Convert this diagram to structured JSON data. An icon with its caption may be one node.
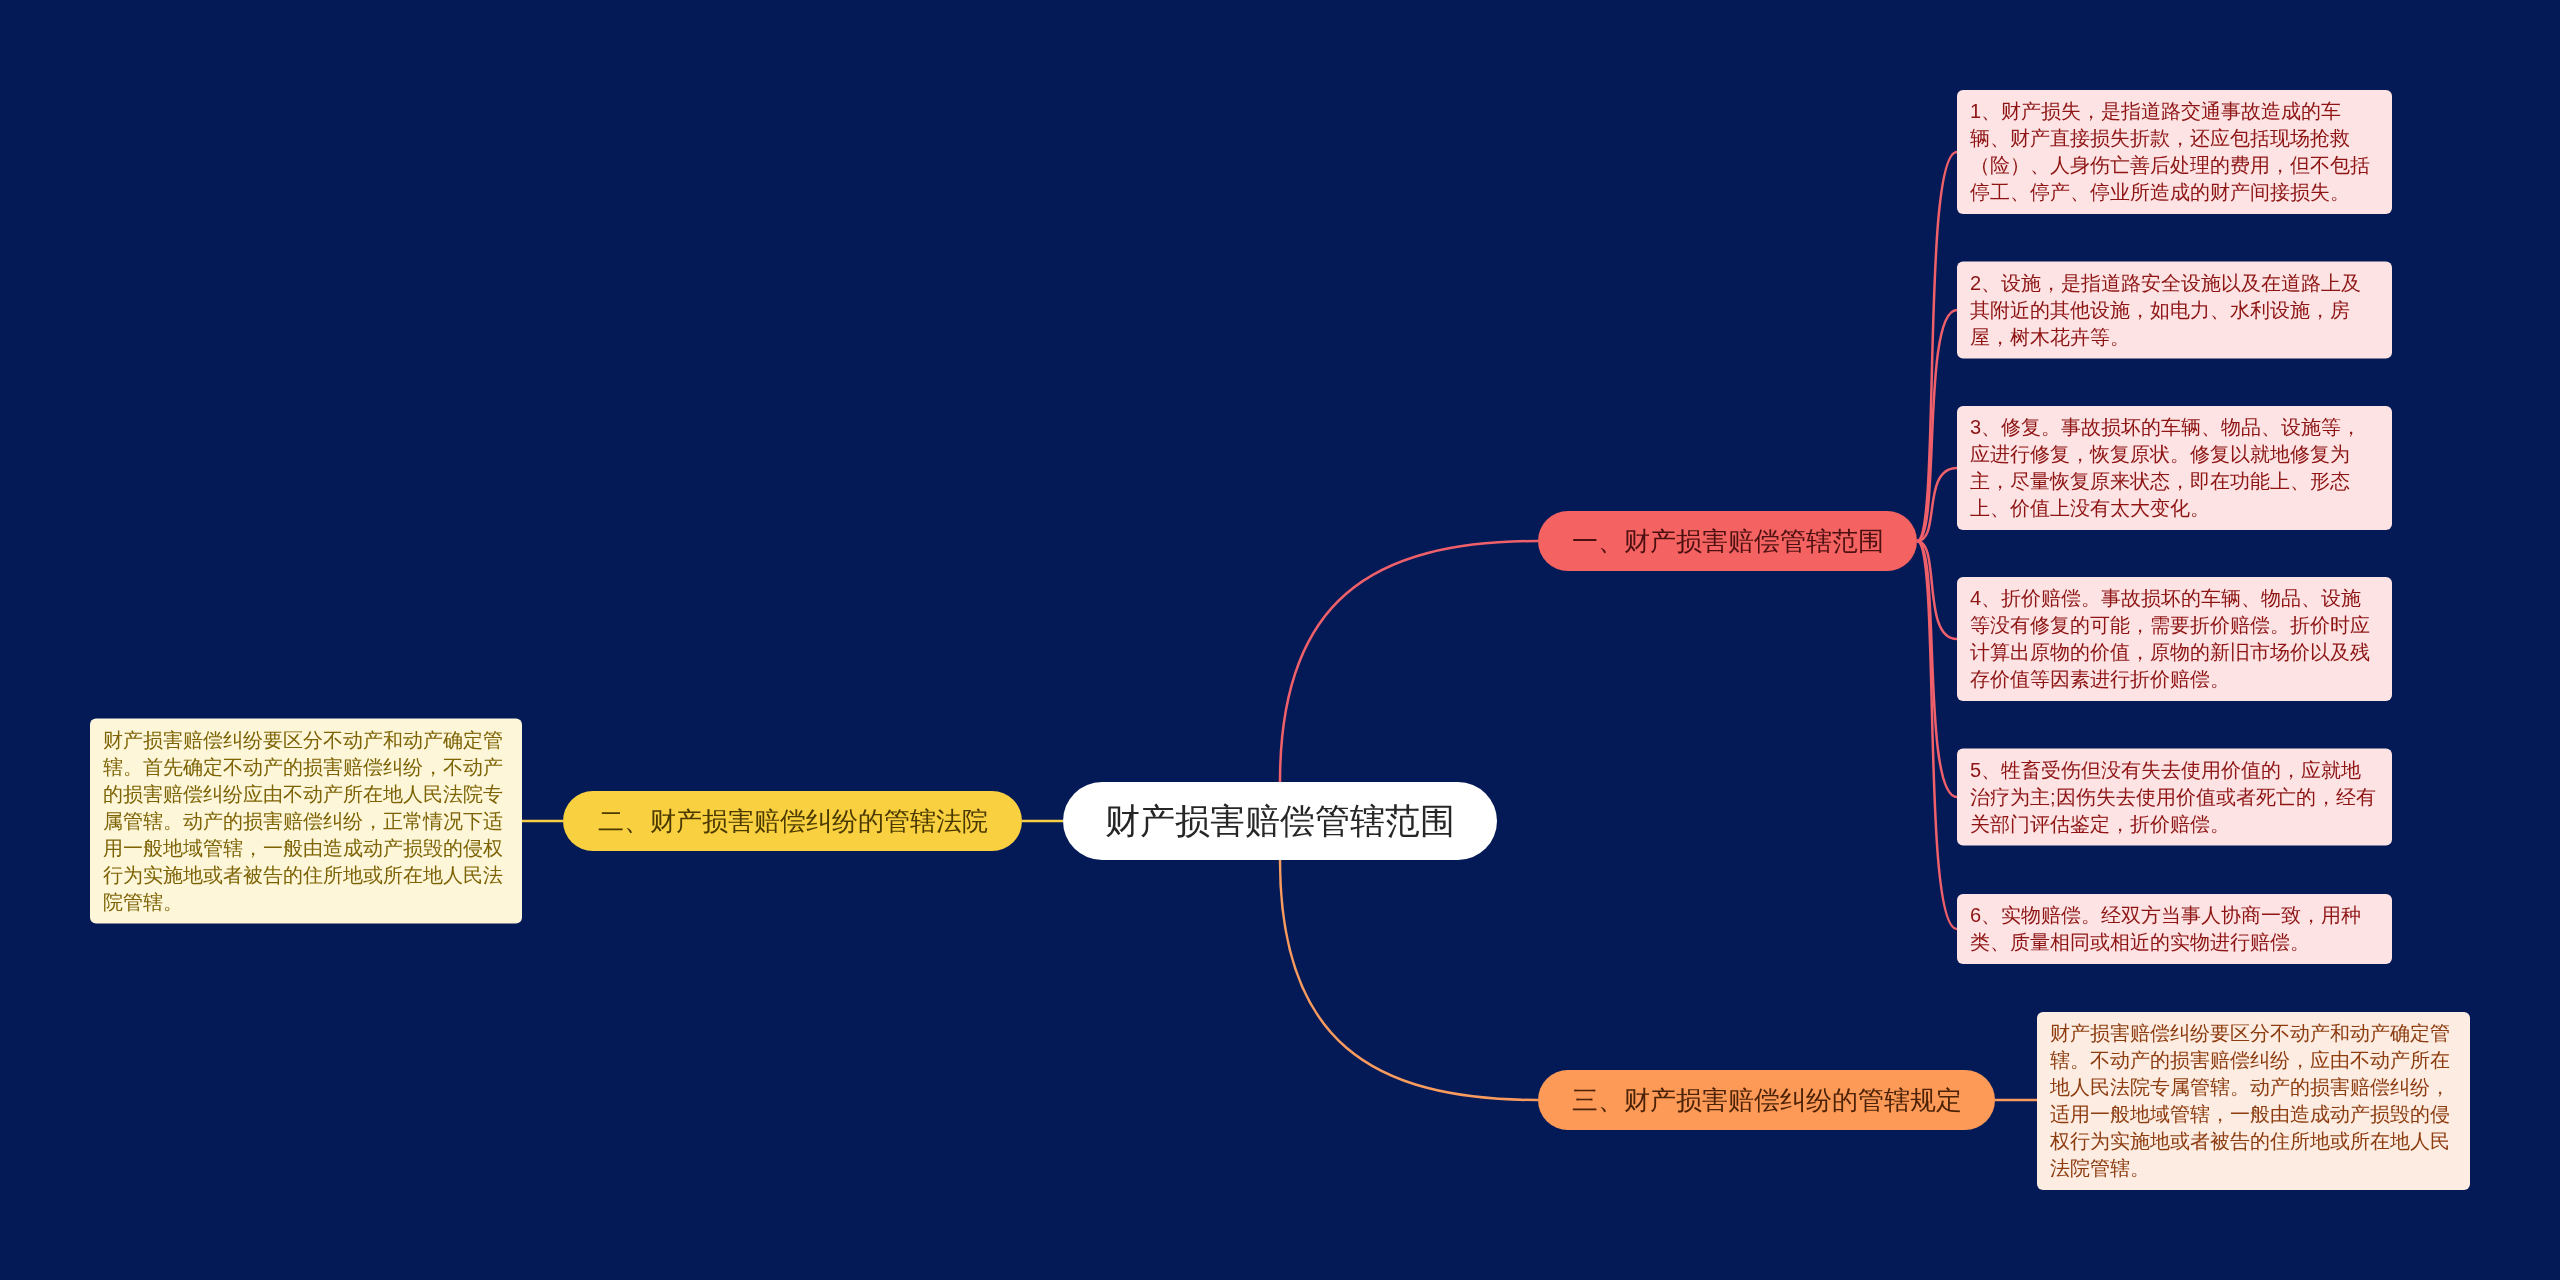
{
  "diagram": {
    "nodes": [
      {
        "text": [
          "财产损害赔偿管辖范围"
        ]
      },
      {
        "text": [
          "一、财产损害赔偿管辖范围"
        ]
      },
      {
        "text": [
          "1、财产损失，是指道路交通事故造成的车辆、财产直接损失折款，还应包括现场抢救（险）、人身伤亡善后处理的费用，但不包括停工、停产、停业所造成的财产间接损失。"
        ]
      },
      {
        "text": [
          "2、设施，是指道路安全设施以及在道路上及其附近的其他设施，如电力、水利设施，房屋，树木花卉等。"
        ]
      },
      {
        "text": [
          "3、修复。事故损坏的车辆、物品、设施等，应进行修复，恢复原状。修复以就地修复为主，尽量恢复原来状态，即在功能上、形态上、价值上没有太大变化。"
        ]
      },
      {
        "text": [
          "4、折价赔偿。事故损坏的车辆、物品、设施等没有修复的可能，需要折价赔偿。折价时应计算出原物的价值，原物的新旧市场价以及残存价值等因素进行折价赔偿。"
        ]
      },
      {
        "text": [
          "5、牲畜受伤但没有失去使用价值的，应就地治疗为主;因伤失去使用价值或者死亡的，经有关部门评估鉴定，折价赔偿。"
        ]
      },
      {
        "text": [
          "6、实物赔偿。经双方当事人协商一致，用种类、质量相同或相近的实物进行赔偿。"
        ]
      },
      {
        "text": [
          "二、财产损害赔偿纠纷的管辖法院"
        ]
      },
      {
        "text": [
          "财产损害赔偿纠纷要区分不动产和动产确定管辖。首先确定不动产的损害赔偿纠纷，不动产的损害赔偿纠纷应由不动产所在地人民法院专属管辖。动产的损害赔偿纠纷，正常情况下适用一般地域管辖，一般由造成动产损毁的侵权行为实施地或者被告的住所地或所在地人民法院管辖。"
        ]
      },
      {
        "text": [
          "三、财产损害赔偿纠纷的管辖规定"
        ]
      },
      {
        "text": [
          "财产损害赔偿纠纷要区分不动产和动产确定管辖。不动产的损害赔偿纠纷，应由不动产所在地人民法院专属管辖。动产的损害赔偿纠纷，适用一般地域管辖，一般由造成动产损毁的侵权行为实施地或者被告的住所地或所在地人民法院管辖。"
        ]
      }
    ],
    "edges": [
      {
        "from": 0,
        "to": 1,
        "arrow": "none"
      },
      {
        "from": 1,
        "to": 2,
        "arrow": "none"
      },
      {
        "from": 1,
        "to": 3,
        "arrow": "none"
      },
      {
        "from": 1,
        "to": 4,
        "arrow": "none"
      },
      {
        "from": 1,
        "to": 5,
        "arrow": "none"
      },
      {
        "from": 1,
        "to": 6,
        "arrow": "none"
      },
      {
        "from": 1,
        "to": 7,
        "arrow": "none"
      },
      {
        "from": 0,
        "to": 8,
        "arrow": "none",
        "color": "#f7cf45"
      },
      {
        "from": 8,
        "to": 9,
        "arrow": "none",
        "color": "#f7cf45"
      },
      {
        "from": 0,
        "to": 10,
        "arrow": "none",
        "color": "#f99b5e"
      },
      {
        "from": 10,
        "to": 11,
        "arrow": "none",
        "color": "#f99b5e"
      }
    ]
  }
}
